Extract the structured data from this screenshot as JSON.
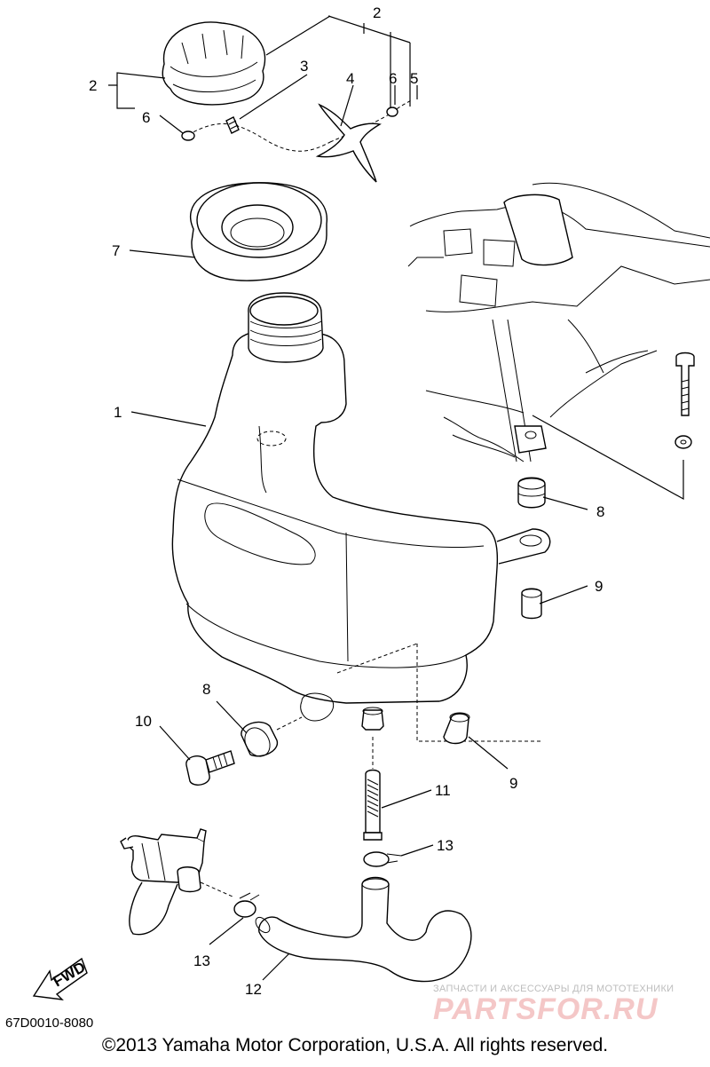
{
  "callouts": [
    {
      "id": "c2a",
      "text": "2"
    },
    {
      "id": "c3",
      "text": "3"
    },
    {
      "id": "c4",
      "text": "4"
    },
    {
      "id": "c6a",
      "text": "6"
    },
    {
      "id": "c5",
      "text": "5"
    },
    {
      "id": "c2b",
      "text": "2"
    },
    {
      "id": "c6b",
      "text": "6"
    },
    {
      "id": "c7",
      "text": "7"
    },
    {
      "id": "c1",
      "text": "1"
    },
    {
      "id": "c8a",
      "text": "8"
    },
    {
      "id": "c9a",
      "text": "9"
    },
    {
      "id": "c8b",
      "text": "8"
    },
    {
      "id": "c10",
      "text": "10"
    },
    {
      "id": "c9b",
      "text": "9"
    },
    {
      "id": "c11",
      "text": "11"
    },
    {
      "id": "c13a",
      "text": "13"
    },
    {
      "id": "c13b",
      "text": "13"
    },
    {
      "id": "c12",
      "text": "12"
    }
  ],
  "fwd_label": "FWD",
  "diagram_code": "67D0010-8080",
  "copyright": "©2013 Yamaha Motor Corporation, U.S.A. All rights reserved.",
  "watermark": {
    "tagline": "ЗАПЧАСТИ И АКСЕССУАРЫ ДЛЯ МОТОТЕХНИКИ",
    "logo": "PARTSFOR.RU"
  }
}
